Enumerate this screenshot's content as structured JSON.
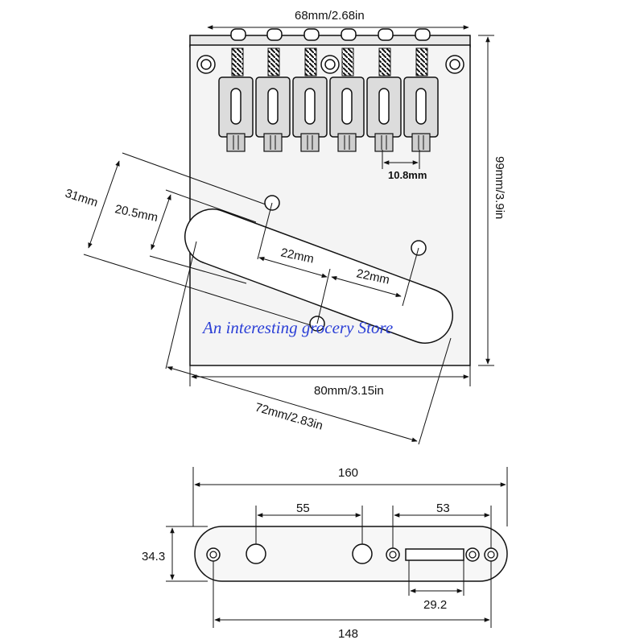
{
  "bridge": {
    "dims": {
      "top_width": "68mm/2.68in",
      "height": "99mm/3.9in",
      "saddle_spacing": "10.8mm",
      "hole_a": "31mm",
      "hole_b": "20.5mm",
      "pickup_spacing_1": "22mm",
      "pickup_spacing_2": "22mm",
      "bottom_width": "80mm/3.15in",
      "diagonal": "72mm/2.83in"
    },
    "watermark": "An interesting grocery Store"
  },
  "control_plate": {
    "dims": {
      "overall": "160",
      "height": "34.3",
      "spacing_left": "55",
      "spacing_right": "53",
      "slot": "29.2",
      "inner": "148"
    }
  },
  "colors": {
    "line": "#111111",
    "plate_fill": "#f2f2f2",
    "saddle_fill": "#d9d9d9",
    "watermark": "#2b3fd6"
  }
}
